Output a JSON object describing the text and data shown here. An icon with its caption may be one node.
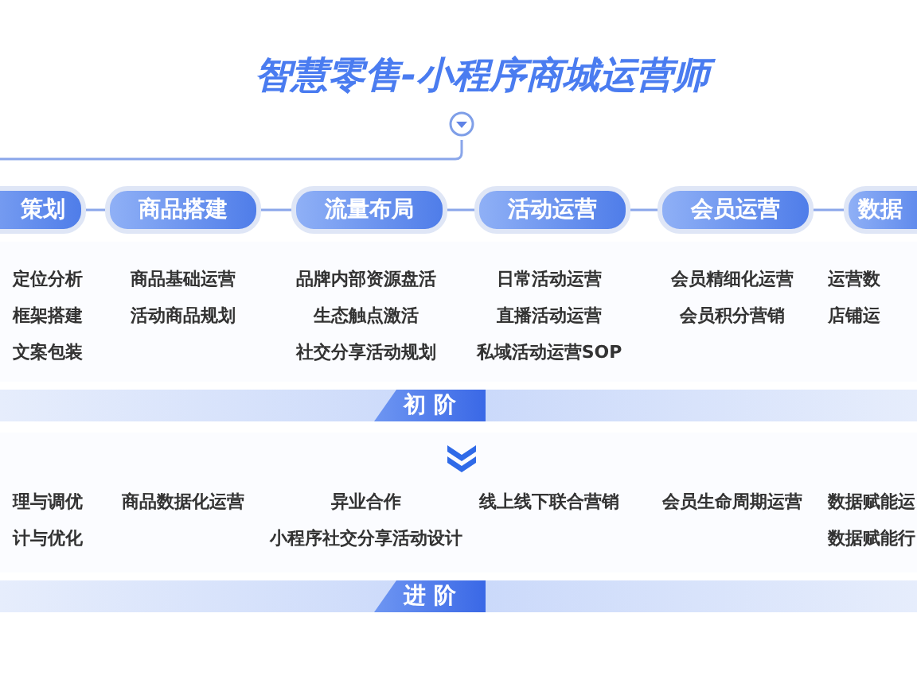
{
  "diagram": {
    "nodes": [
      {
        "text": [
          "智慧零售-小程序商城运营师"
        ]
      },
      {
        "text": [
          "策划"
        ]
      },
      {
        "text": [
          "商品搭建"
        ]
      },
      {
        "text": [
          "流量布局"
        ]
      },
      {
        "text": [
          "活动运营"
        ]
      },
      {
        "text": [
          "会员运营"
        ]
      },
      {
        "text": [
          "数据"
        ]
      }
    ],
    "edges": [
      {
        "from": 0,
        "to": null,
        "arrow": "none"
      },
      {
        "from": 1,
        "to": 2,
        "arrow": "none"
      },
      {
        "from": 2,
        "to": 3,
        "arrow": "none"
      },
      {
        "from": 3,
        "to": 4,
        "arrow": "none"
      },
      {
        "from": 4,
        "to": 5,
        "arrow": "none"
      },
      {
        "from": 5,
        "to": 6,
        "arrow": "none"
      }
    ],
    "labels": [
      "定位分析",
      "商品基础运营",
      "品牌内部资源盘活",
      "日常活动运营",
      "会员精细化运营",
      "运营数",
      "框架搭建",
      "活动商品规划",
      "生态触点激活",
      "直播活动运营",
      "会员积分营销",
      "店铺运",
      "文案包装",
      "社交分享活动规划",
      "私域活动运营SOP",
      "初 阶",
      "理与调优",
      "商品数据化运营",
      "异业合作",
      "线上线下联合营销",
      "会员生命周期运营",
      "数据赋能运",
      "计与优化",
      "小程序社交分享活动设计",
      "数据赋能行",
      "进 阶"
    ]
  }
}
